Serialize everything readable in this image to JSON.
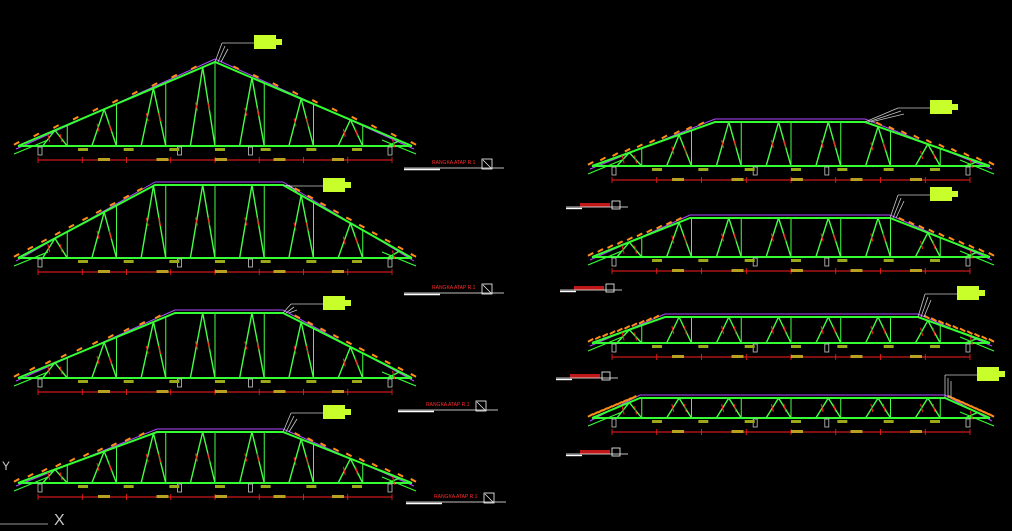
{
  "colors": {
    "background": "#000000",
    "chord": "#33ff33",
    "web": "#44ff44",
    "red": "#ff2020",
    "purple": "#b04bff",
    "dim": "#c8c8c8",
    "tag": "#c8ff2a",
    "orange": "#ff8c1a",
    "white": "#ffffff"
  },
  "trusses_left": [
    {
      "id": "A",
      "type": "peak",
      "label": "RANGKA ATAP R.1"
    },
    {
      "id": "B",
      "type": "hip",
      "label": "RANGKA ATAP R.1"
    },
    {
      "id": "C",
      "type": "hip",
      "label": "RANGKA ATAP R.1"
    },
    {
      "id": "D",
      "type": "hip",
      "label": "RANGKA ATAP R.1"
    }
  ],
  "trusses_right": [
    {
      "id": "E",
      "type": "hip"
    },
    {
      "id": "F",
      "type": "hip"
    },
    {
      "id": "G",
      "type": "hip"
    },
    {
      "id": "H",
      "type": "hip"
    }
  ],
  "ucs_icon": {
    "axis_y": "Y",
    "axis_x": "X"
  }
}
